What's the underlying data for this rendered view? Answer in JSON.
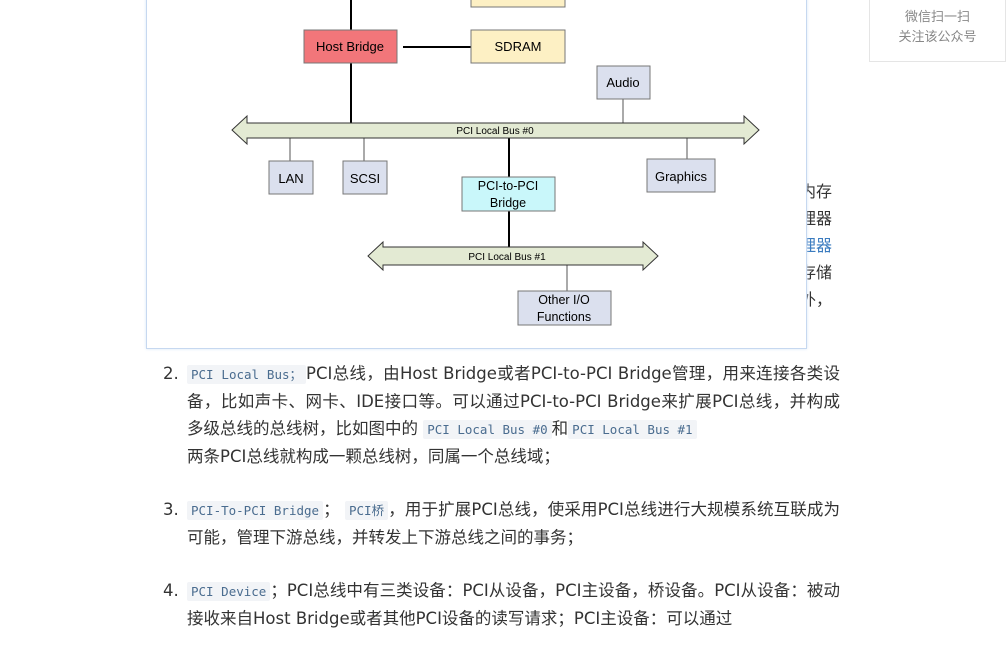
{
  "diagram": {
    "host_bridge": "Host Bridge",
    "sdram": "SDRAM",
    "audio": "Audio",
    "bus0": "PCI Local Bus #0",
    "lan": "LAN",
    "scsi": "SCSI",
    "p2p_line1": "PCI-to-PCI",
    "p2p_line2": "Bridge",
    "graphics": "Graphics",
    "bus1": "PCI Local Bus #1",
    "other_line1": "Other I/O",
    "other_line2": "Functions"
  },
  "side_fragments": [
    "内存",
    "理器",
    "理器",
    "存储",
    "外，"
  ],
  "qr": {
    "line1": "微信扫一扫",
    "line2": "关注该公众号"
  },
  "items": [
    {
      "num": "2.",
      "code1": "PCI Local Bus；",
      "t1": "PCI总线，由Host Bridge或者PCI-to-PCI Bridge管理，用来连接各类设备，比如声卡、网卡、IDE接口等。可以通过PCI-to-PCI Bridge来扩展PCI总线，并构成多级总线的总线树，比如图中的",
      "code2": "PCI Local Bus #0",
      "t2": "和",
      "code3": "PCI Local Bus #1",
      "t3": "两条PCI总线就构成一颗总线树，同属一个总线域；"
    },
    {
      "num": "3.",
      "code1": "PCI-To-PCI Bridge",
      "t1": "；",
      "code2": "PCI桥",
      "t2": "，用于扩展PCI总线，使采用PCI总线进行大规模系统互联成为可能，管理下游总线，并转发上下游总线之间的事务；"
    },
    {
      "num": "4.",
      "code1": "PCI Device",
      "t1": "；PCI总线中有三类设备：PCI从设备，PCI主设备，桥设备。PCI从设备：被动接收来自Host Bridge或者其他PCI设备的读写请求；PCI主设备：可以通过"
    }
  ]
}
